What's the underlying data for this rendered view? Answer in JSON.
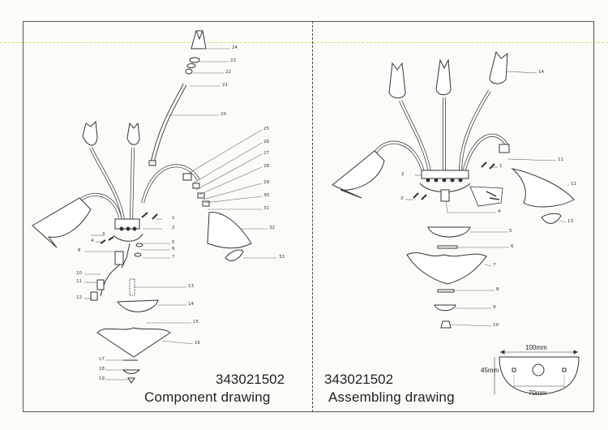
{
  "left": {
    "number": "343021502",
    "caption": "Component drawing",
    "callouts": [
      "1",
      "2",
      "3",
      "4",
      "5",
      "6",
      "7",
      "8",
      "10",
      "11",
      "12",
      "13",
      "14",
      "15",
      "16",
      "17",
      "18",
      "19",
      "20",
      "21",
      "22",
      "23",
      "24",
      "25",
      "26",
      "27",
      "28",
      "29",
      "30",
      "31",
      "32",
      "33"
    ]
  },
  "right": {
    "number": "343021502",
    "caption": "Assembling drawing",
    "callouts": [
      "1",
      "2",
      "3",
      "4",
      "5",
      "6",
      "7",
      "8",
      "9",
      "10",
      "11",
      "12",
      "13",
      "14"
    ],
    "dimensions": {
      "width_top": "100mm",
      "height": "45mm",
      "width_bottom": "70mm"
    }
  }
}
